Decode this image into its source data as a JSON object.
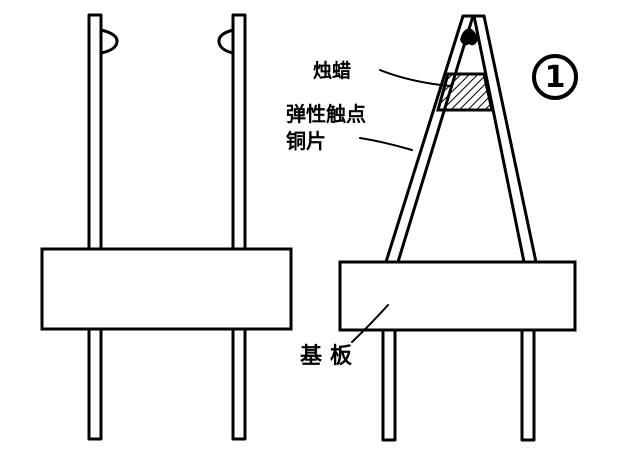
{
  "labels": {
    "wax": "烛蜡",
    "contact_line1": "弹性触点",
    "contact_line2": "铜片",
    "base": "基板",
    "number": "1"
  },
  "colors": {
    "ink": "#000000",
    "background": "#ffffff"
  }
}
